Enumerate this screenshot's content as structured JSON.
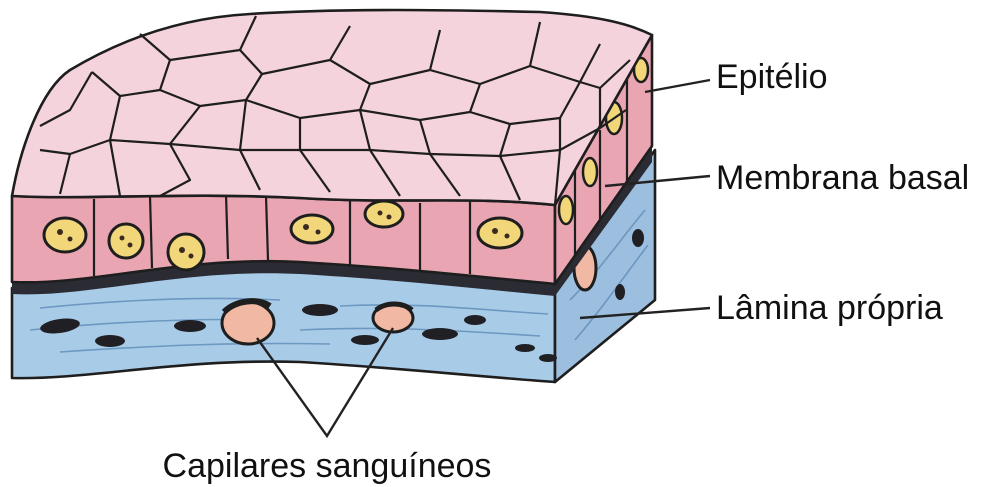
{
  "labels": {
    "epitelio": "Epitélio",
    "membrana_basal": "Membrana basal",
    "lamina_propria": "Lâmina própria",
    "capilares": "Capilares sanguíneos"
  },
  "colors": {
    "epithelium_top": "#f5d3dc",
    "epithelium_side": "#e9a5b2",
    "basement_membrane": "#2b2b33",
    "lamina_propria": "#a8cbe8",
    "lamina_side": "#9cbfe0",
    "nucleus": "#f2d77a",
    "capillary": "#f1b9a3"
  }
}
